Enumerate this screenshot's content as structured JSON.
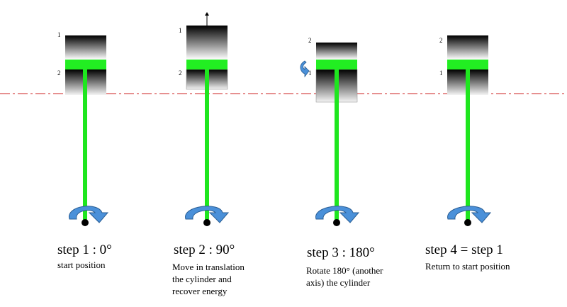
{
  "colors": {
    "rod": "#1ee61e",
    "seal": "#22ee22",
    "reference_line": "#cc2222",
    "rotation_arrow": "#4a90d9",
    "pivot": "#000000"
  },
  "steps": [
    {
      "title": "step 1 : 0°",
      "description": [
        "start position"
      ],
      "top_label": "1",
      "bottom_label": "2",
      "state": "start",
      "icon": "rotation-arrow-icon"
    },
    {
      "title": "step 2 : 90°",
      "description": [
        "Move in translation",
        "the cylinder and",
        "recover energy"
      ],
      "top_label": "1",
      "bottom_label": "2",
      "state": "translated-up",
      "icon": "rotation-arrow-icon",
      "extra_icon": "up-arrow-icon"
    },
    {
      "title": "step 3 : 180°",
      "description": [
        "Rotate 180° (another",
        "axis) the cylinder"
      ],
      "top_label": "2",
      "bottom_label": "1",
      "state": "flipped",
      "icon": "rotation-arrow-icon",
      "extra_icon": "flip-arrow-icon"
    },
    {
      "title": "step 4 = step 1",
      "description": [
        "Return to start position"
      ],
      "top_label": "2",
      "bottom_label": "1",
      "state": "start",
      "icon": "rotation-arrow-icon"
    }
  ]
}
